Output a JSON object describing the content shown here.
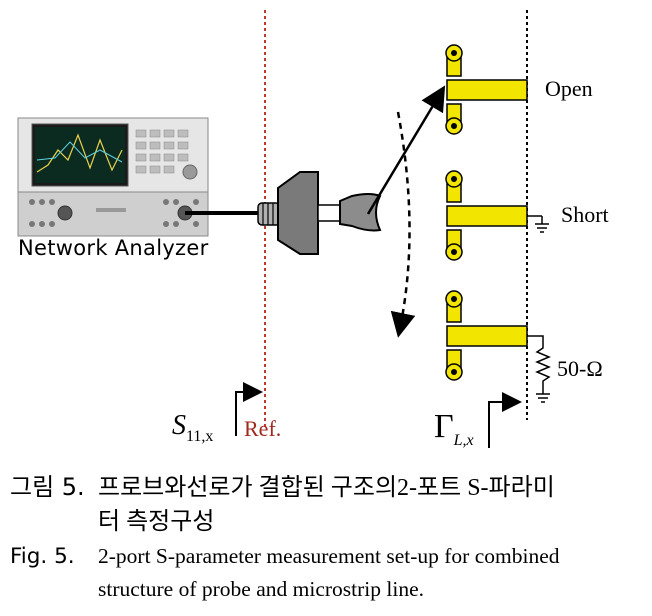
{
  "labels": {
    "network_analyzer": "Network Analyzer",
    "open": "Open",
    "short": "Short",
    "load": "50-Ω",
    "s11_symbol": "S",
    "s11_sub": "11,x",
    "ref": "Ref.",
    "gamma_symbol": "Γ",
    "gamma_sub": "L,x"
  },
  "caption_ko": {
    "label": "그림 5.",
    "line1": "프로브와선로가 결합된 구조의2-포트 S-파라미",
    "line2": "터 측정구성"
  },
  "caption_en": {
    "label": "Fig. 5.",
    "line1": "2-port S-parameter measurement set-up for combined",
    "line2": "structure of probe and microstrip line."
  },
  "colors": {
    "ref_line": "#c0392b",
    "ref_text": "#a0281e",
    "microstrip": "#f2e600",
    "pad": "#f2e600"
  }
}
